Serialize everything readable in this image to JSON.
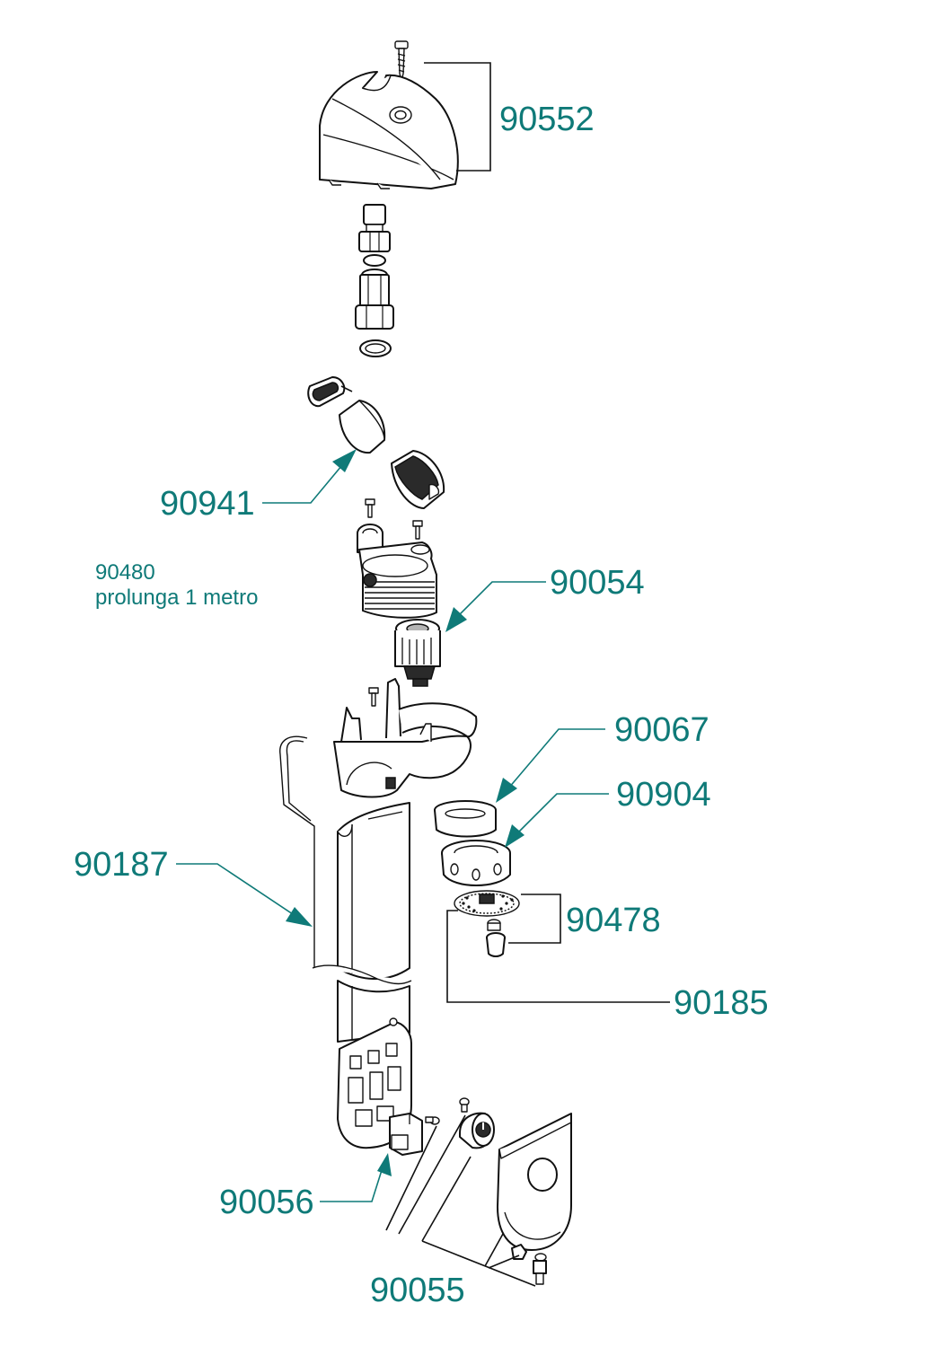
{
  "labels": {
    "p90552": "90552",
    "p90941": "90941",
    "p90480": "90480",
    "p90480_desc": "prolunga 1 metro",
    "p90054": "90054",
    "p90067": "90067",
    "p90904": "90904",
    "p90187": "90187",
    "p90478": "90478",
    "p90185": "90185",
    "p90056": "90056",
    "p90055": "90055"
  },
  "colors": {
    "label": "#0f7a78",
    "line": "#111111",
    "background": "#ffffff"
  }
}
